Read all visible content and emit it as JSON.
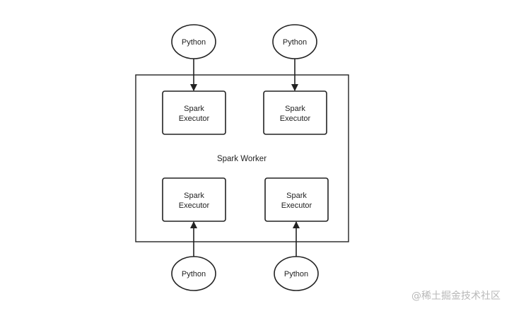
{
  "diagram": {
    "worker_label": "Spark Worker",
    "executors": [
      {
        "line1": "Spark",
        "line2": "Executor"
      },
      {
        "line1": "Spark",
        "line2": "Executor"
      },
      {
        "line1": "Spark",
        "line2": "Executor"
      },
      {
        "line1": "Spark",
        "line2": "Executor"
      }
    ],
    "python_nodes": [
      {
        "label": "Python"
      },
      {
        "label": "Python"
      },
      {
        "label": "Python"
      },
      {
        "label": "Python"
      }
    ],
    "edges": [
      {
        "from": "python-0",
        "to": "executor-0"
      },
      {
        "from": "python-1",
        "to": "executor-1"
      },
      {
        "from": "python-2",
        "to": "executor-2"
      },
      {
        "from": "python-3",
        "to": "executor-3"
      }
    ]
  },
  "watermark": "@稀土掘金技术社区",
  "colors": {
    "stroke": "#222222",
    "text": "#222222",
    "watermark": "#b8b8b8"
  }
}
